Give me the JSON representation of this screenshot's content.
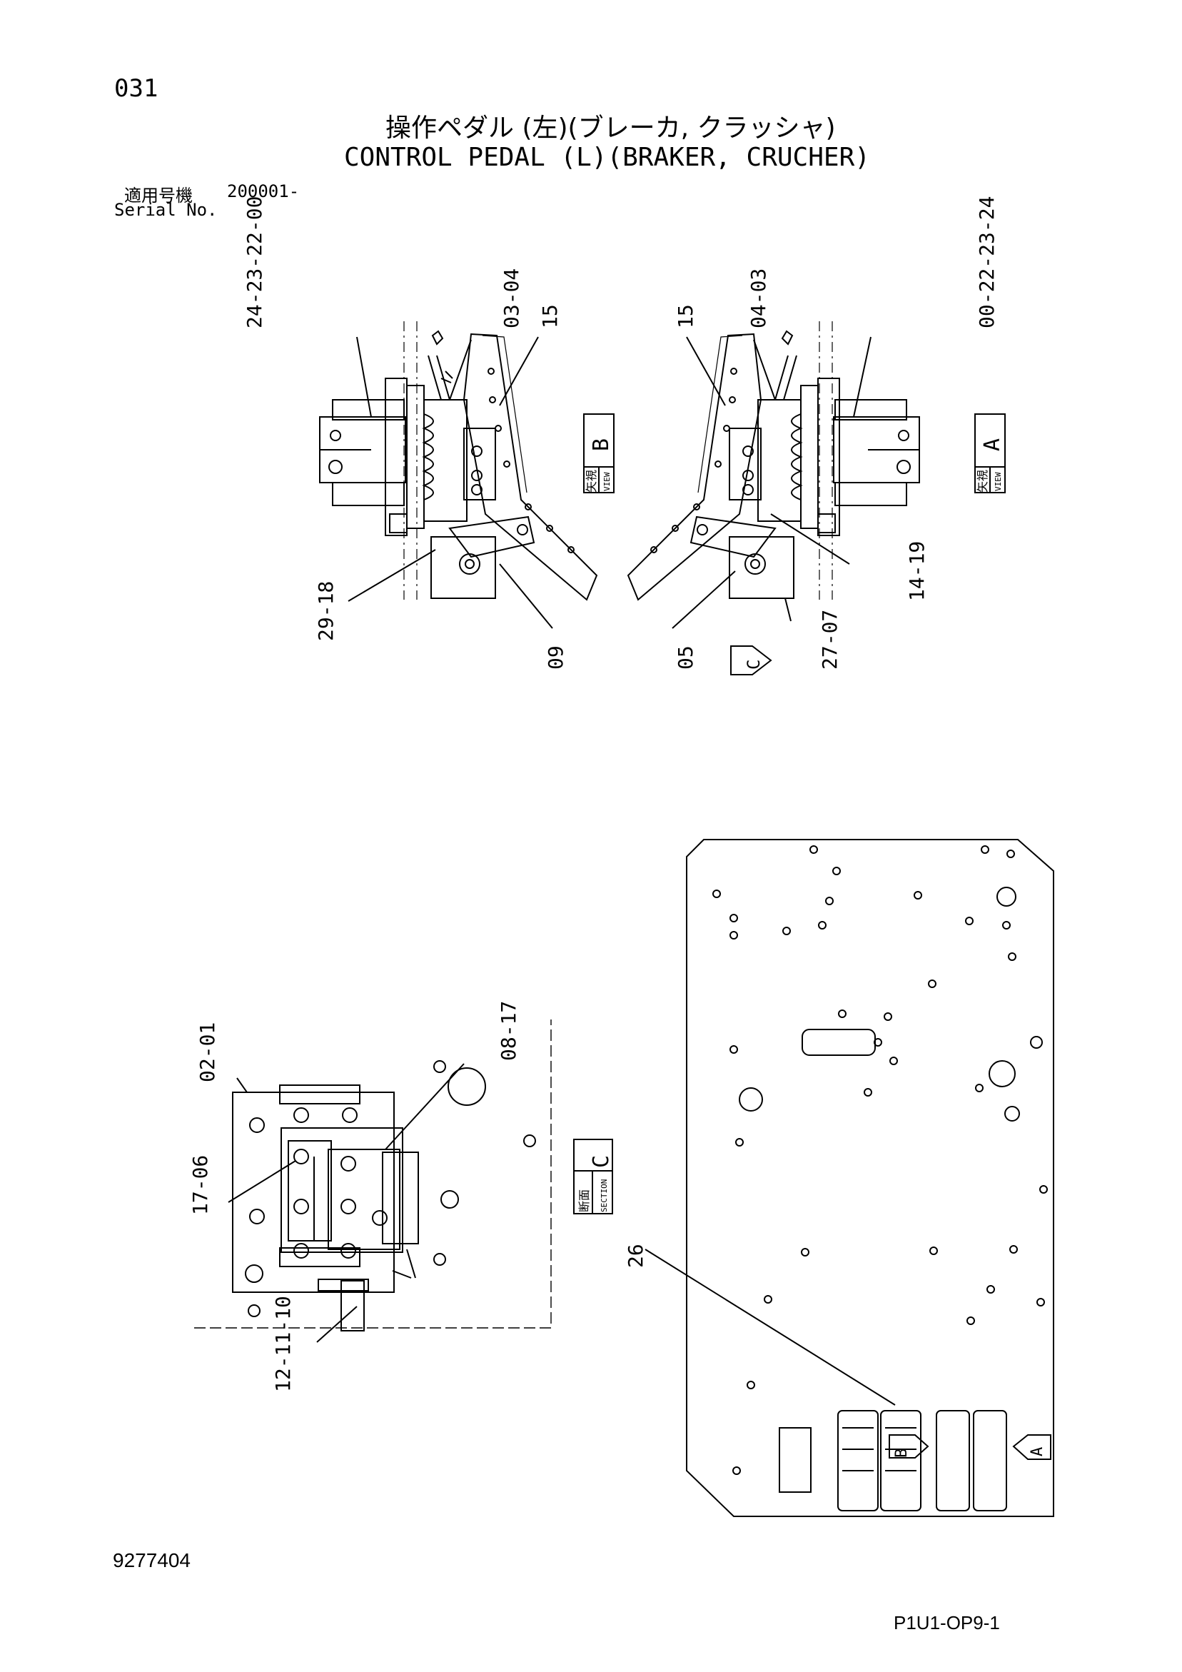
{
  "header": {
    "page_number": "031",
    "title_jp": "操作ペダル (左)(ブレーカ, クラッシャ)",
    "title_en": "CONTROL PEDAL (L)(BRAKER, CRUCHER)",
    "serial_label_jp": "適用号機",
    "serial_value": "200001-",
    "serial_label_en": "Serial No."
  },
  "footer": {
    "drawing_number": "9277404",
    "sheet_code": "P1U1-OP9-1"
  },
  "view_b": {
    "box_letter": "B",
    "box_jp": "矢視",
    "box_en": "VIEW",
    "callouts": {
      "top_left": "24-23-22-00",
      "top_mid": "03-04",
      "top_right": "15",
      "bottom_left": "29-18",
      "bottom_mid": "09"
    }
  },
  "view_a": {
    "box_letter": "A",
    "box_jp": "矢視",
    "box_en": "VIEW",
    "arrow_label": "C",
    "callouts": {
      "top_left": "15",
      "top_mid": "04-03",
      "top_right": "00-22-23-24",
      "right_mid": "14-19",
      "bottom_left": "05",
      "bottom_right": "27-07"
    }
  },
  "section_c": {
    "box_letter": "C",
    "box_jp": "断面",
    "box_en": "SECTION",
    "callouts": {
      "top_left": "02-01",
      "top_right": "08-17",
      "left_mid": "17-06",
      "bottom": "12-11-10"
    }
  },
  "floor_plate": {
    "callout": "26",
    "arrow_b": "B",
    "arrow_a": "A"
  }
}
